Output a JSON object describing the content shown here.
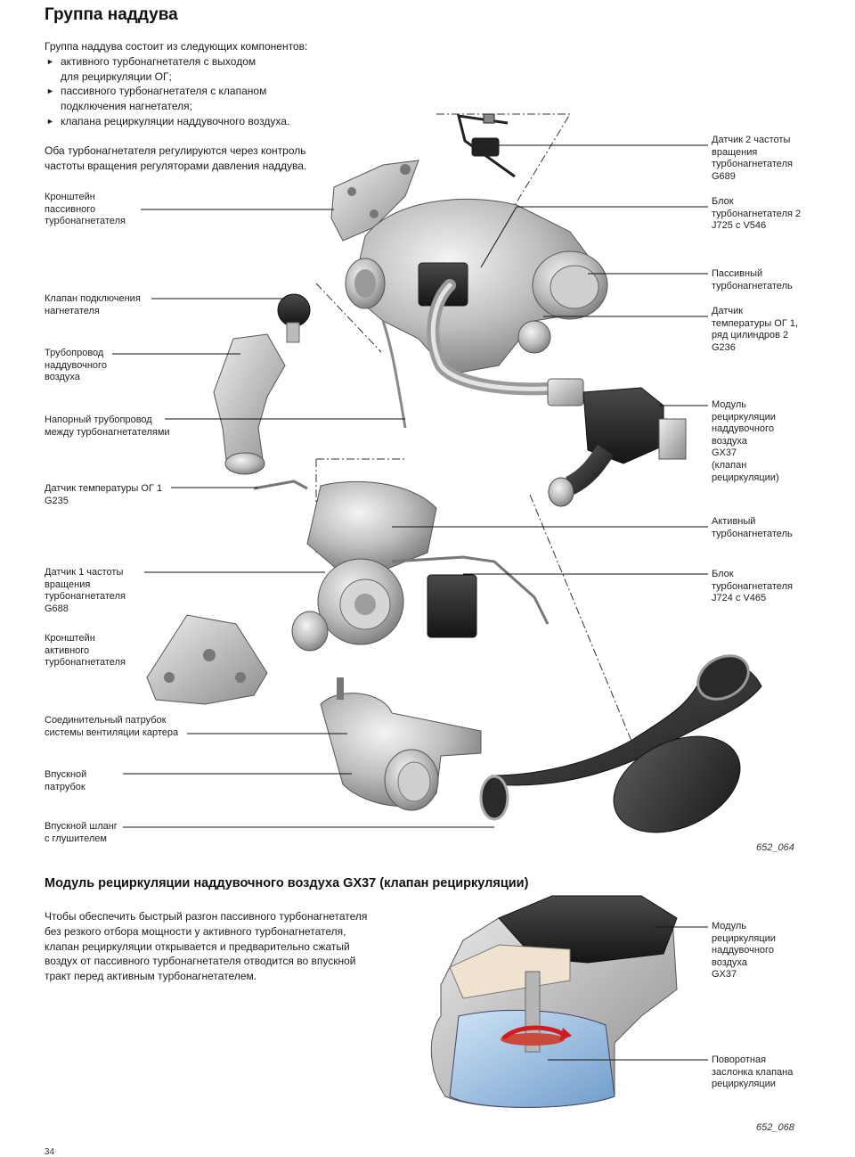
{
  "page": {
    "title": "Группа наддува",
    "intro": "Группа наддува состоит из следующих компонентов:",
    "components": [
      "активного турбонагнетателя с выходом\nдля рециркуляции ОГ;",
      "пассивного турбонагнетателя с клапаном\nподключения нагнетателя;",
      "клапана рециркуляции наддувочного воздуха."
    ],
    "note": "Оба турбонагнетателя регулируются через контроль\nчастоты вращения регуляторами давления наддува.",
    "page_number": "34"
  },
  "figure1": {
    "ref": "652_064",
    "labels_left": [
      "Кронштейн\nпассивного\nтурбонагнетателя",
      "Клапан подключения\nнагнетателя",
      "Трубопровод\nнаддувочного\nвоздуха",
      "Напорный трубопровод\nмежду турбонагнетателями",
      "Датчик температуры ОГ 1\nG235",
      "Датчик 1 частоты\nвращения\nтурбонагнетателя\nG688",
      "Кронштейн\nактивного\nтурбонагнетателя",
      "Соединительный патрубок\nсистемы вентиляции картера",
      "Впускной\nпатрубок",
      "Впускной шланг\nс глушителем"
    ],
    "labels_right": [
      "Датчик 2 частоты\nвращения\nтурбонагнетателя\nG689",
      "Блок\nтурбонагнетателя 2\nJ725 с V546",
      "Пассивный\nтурбонагнетатель",
      "Датчик\nтемпературы ОГ 1,\nряд цилиндров 2\nG236",
      "Модуль\nрециркуляции\nнаддувочного\nвоздуха\nGX37\n(клапан\nрециркуляции)",
      "Активный\nтурбонагнетатель",
      "Блок\nтурбонагнетателя\nJ724 с V465"
    ]
  },
  "section2": {
    "title": "Модуль рециркуляции наддувочного воздуха GX37 (клапан рециркуляции)",
    "text": "Чтобы обеспечить быстрый разгон пассивного турбонагнетателя\nбез резкого отбора мощности у активного турбонагнетателя,\nклапан рециркуляции открывается и предварительно сжатый\nвоздух от пассивного турбонагнетателя отводится во впускной\nтракт перед активным турбонагнетателем.",
    "labels": [
      "Модуль\nрециркуляции\nнаддувочного\nвоздуха\nGX37",
      "Поворотная\nзаслонка клапана\nрециркуляции"
    ],
    "ref": "652_068"
  }
}
